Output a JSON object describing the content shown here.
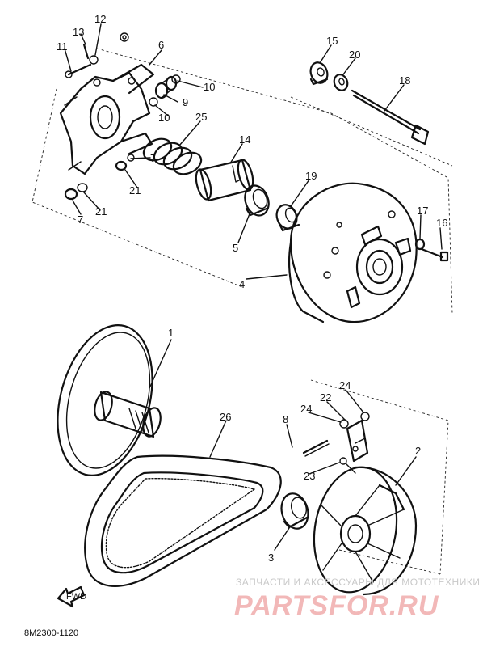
{
  "diagram": {
    "callouts": [
      "1",
      "2",
      "3",
      "4",
      "5",
      "6",
      "7",
      "7",
      "8",
      "9",
      "10",
      "10",
      "11",
      "12",
      "13",
      "14",
      "15",
      "16",
      "17",
      "18",
      "19",
      "20",
      "21",
      "21",
      "22",
      "23",
      "24",
      "24",
      "25",
      "26"
    ],
    "fwd_label": "FWD",
    "drawing_code": "8M2300-1120"
  },
  "watermark": {
    "line1": "ЗАПЧАСТИ И АКСЕССУАРЫ ДЛЯ МОТОТЕХНИКИ",
    "line2": "PARTSFOR.RU"
  }
}
